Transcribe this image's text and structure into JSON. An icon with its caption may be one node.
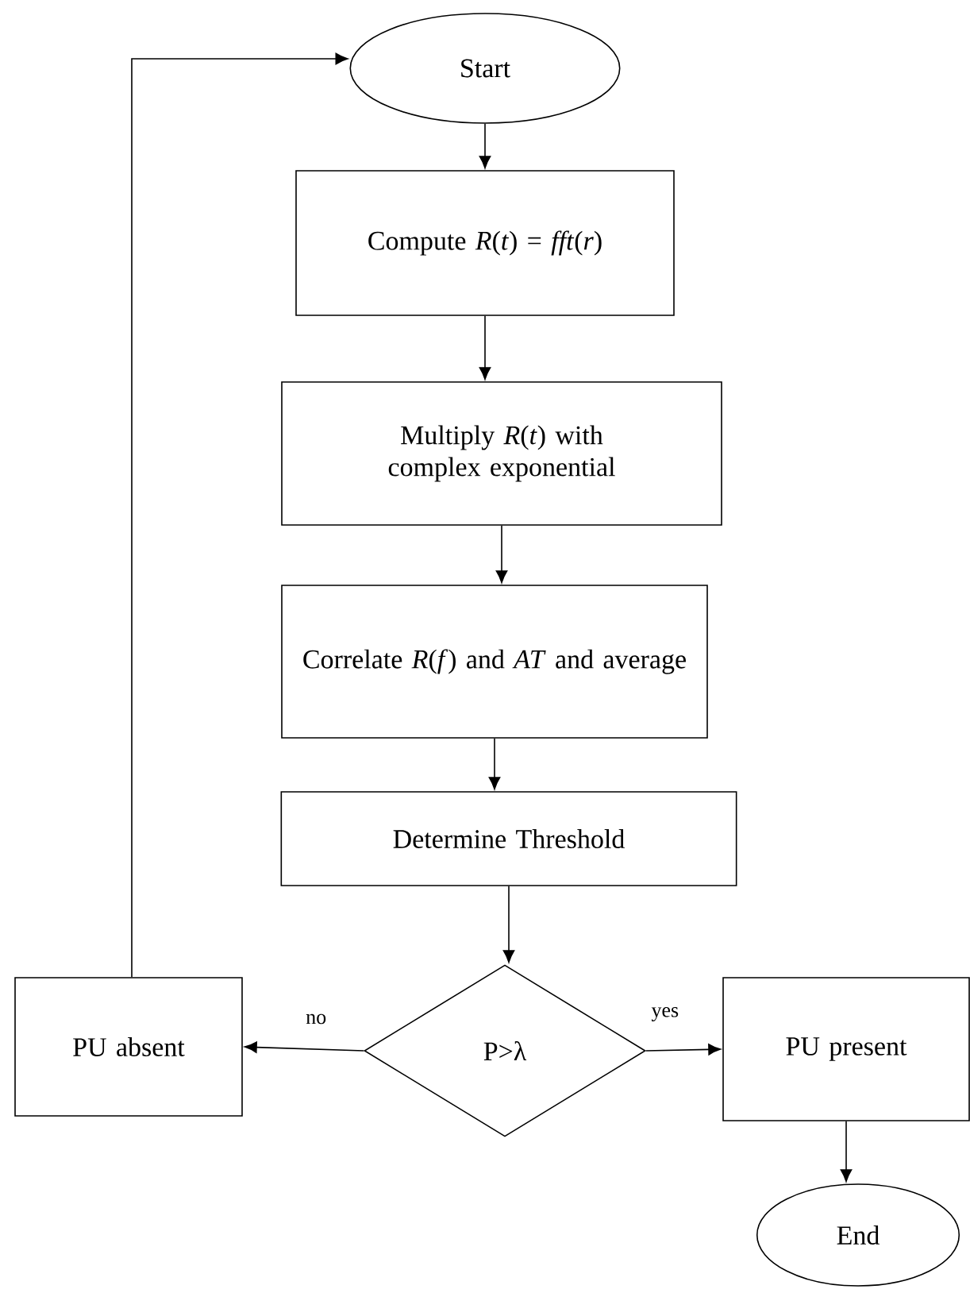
{
  "diagram": {
    "nodes": [
      {
        "text": [
          "Start"
        ]
      },
      {
        "text": [
          "Compute *R*(*t*) = *fft*(*r*)"
        ]
      },
      {
        "text": [
          "Multiply *R*(*t*) with complex exponential"
        ]
      },
      {
        "text": [
          "Correlate *R*(*f*) and *AT* and average"
        ]
      },
      {
        "text": [
          "Determine Threshold"
        ]
      },
      {
        "text": [
          "P>λ"
        ]
      },
      {
        "text": [
          "PU absent"
        ]
      },
      {
        "text": [
          "PU present"
        ]
      },
      {
        "text": [
          "End"
        ]
      }
    ],
    "edges": [
      {
        "from": 0,
        "to": 1,
        "arrow": "to"
      },
      {
        "from": 1,
        "to": 2,
        "arrow": "to"
      },
      {
        "from": 2,
        "to": 3,
        "arrow": "to"
      },
      {
        "from": 3,
        "to": 4,
        "arrow": "to"
      },
      {
        "from": 4,
        "to": 5,
        "arrow": "to"
      },
      {
        "from": 5,
        "to": 6,
        "arrow": "to",
        "label": "no"
      },
      {
        "from": 5,
        "to": 7,
        "arrow": "to",
        "label": "yes"
      },
      {
        "from": 7,
        "to": 8,
        "arrow": "to"
      },
      {
        "from": 6,
        "to": 0,
        "arrow": "to"
      }
    ]
  }
}
